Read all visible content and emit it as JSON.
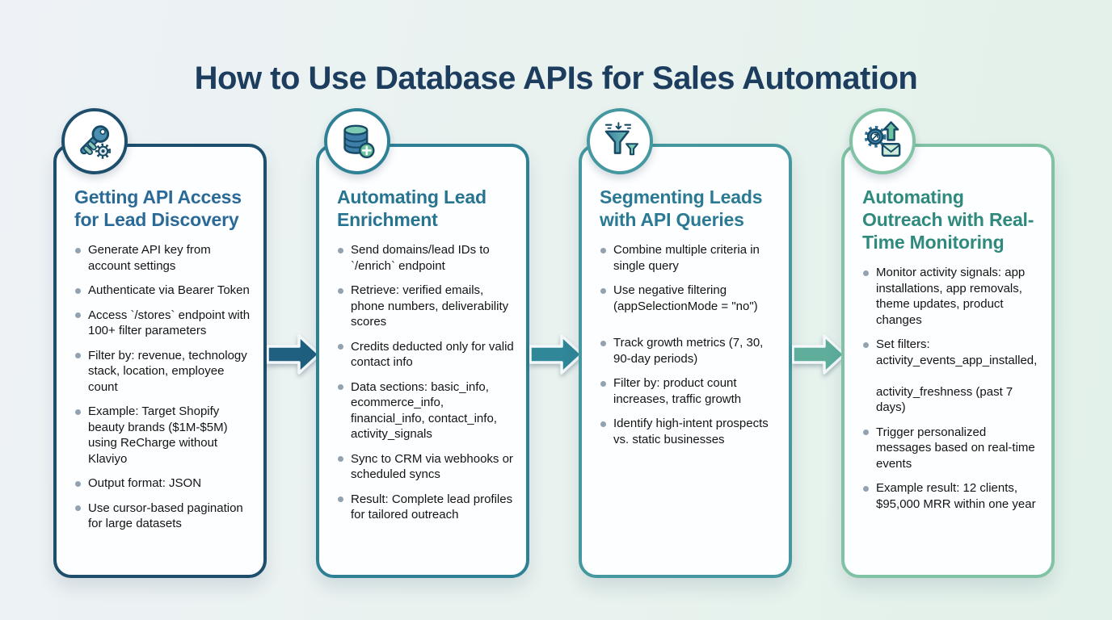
{
  "title": "How to Use Database APIs for Sales Automation",
  "colors": {
    "title-color": "#1d3d5e",
    "text": "#141414",
    "bullet-dot": "#93a2b0",
    "card1-border": "#1d4e6b",
    "card2-border": "#2e8195",
    "card3-border": "#45989f",
    "card4-border": "#7fc2a4",
    "card1-title": "#2b6a97",
    "card2-title": "#277490",
    "card3-title": "#2a7a93",
    "card4-title": "#2f8a7d",
    "arrow1": "#1f5f7f",
    "arrow2": "#2f8798",
    "arrow3": "#5fae9c"
  },
  "cards": [
    {
      "icon": "key-gear-icon",
      "title": "Getting API Access for Lead Discovery",
      "bullets": [
        {
          "text": "Generate API key from account settings"
        },
        {
          "text": "Authenticate via Bearer Token"
        },
        {
          "text": "Access `/stores` endpoint with 100+ filter parameters"
        },
        {
          "text": "Filter by: revenue, technology stack, location, employee count"
        },
        {
          "text": "Example: Target Shopify beauty brands ($1M-$5M) using ReCharge without Klaviyo"
        },
        {
          "text": "Output format: JSON"
        },
        {
          "text": "Use cursor-based pagination for large datasets"
        }
      ]
    },
    {
      "icon": "database-plus-icon",
      "title": "Automating Lead Enrichment",
      "bullets": [
        {
          "text": "Send domains/lead IDs to `/enrich` endpoint"
        },
        {
          "text": "Retrieve: verified emails, phone numbers, deliverability scores"
        },
        {
          "text": "Credits deducted only for valid contact info"
        },
        {
          "text": "Data sections: basic_info, ecommerce_info, financial_info, contact_info, activity_signals"
        },
        {
          "text": "Sync to CRM via webhooks or scheduled syncs"
        },
        {
          "text": "Result: Complete lead profiles for tailored outreach"
        }
      ]
    },
    {
      "icon": "funnel-filter-icon",
      "title": "Segmenting Leads with API Queries",
      "bullets": [
        {
          "text": "Combine multiple criteria in single query"
        },
        {
          "text": "Use negative filtering (appSelectionMode = \"no\")"
        },
        {
          "text": "Track growth metrics (7, 30, 90-day periods)",
          "spacer_before": true
        },
        {
          "text": "Filter by: product count increases, traffic growth"
        },
        {
          "text": "Identify high-intent prospects vs. static businesses"
        }
      ]
    },
    {
      "icon": "gear-mail-growth-icon",
      "title": "Automating Outreach with Real-Time Monitoring",
      "bullets": [
        {
          "text": "Monitor activity signals: app installations, app removals, theme updates, product changes"
        },
        {
          "text": "Set filters: activity_events_app_installed,\n\nactivity_freshness (past 7 days)"
        },
        {
          "text": "Trigger personalized messages based on real-time events"
        },
        {
          "text": "Example result: 12 clients, $95,000 MRR within one year"
        }
      ]
    }
  ]
}
